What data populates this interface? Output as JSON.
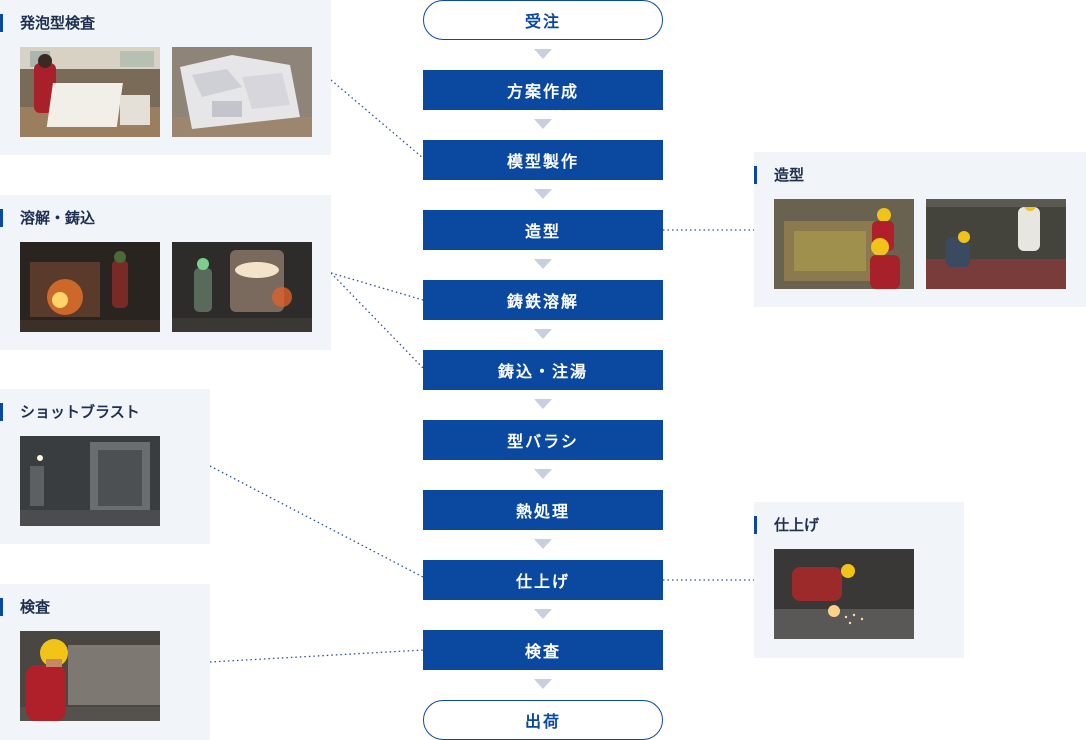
{
  "flow": {
    "steps": [
      "受注",
      "方案作成",
      "模型製作",
      "造型",
      "鋳鉄溶解",
      "鋳込・注湯",
      "型バラシ",
      "熱処理",
      "仕上げ",
      "検査",
      "出荷"
    ]
  },
  "panels": {
    "foam_inspection": {
      "title": "発泡型検査"
    },
    "melting_pouring": {
      "title": "溶解・鋳込"
    },
    "shot_blast": {
      "title": "ショットブラスト"
    },
    "inspection": {
      "title": "検査"
    },
    "molding": {
      "title": "造型"
    },
    "finishing": {
      "title": "仕上げ"
    }
  },
  "colors": {
    "step_fill": "#0b48a0",
    "arrow": "#c7cfe0",
    "panel_bg": "#f1f4f9",
    "connector": "#2a4f8f"
  }
}
